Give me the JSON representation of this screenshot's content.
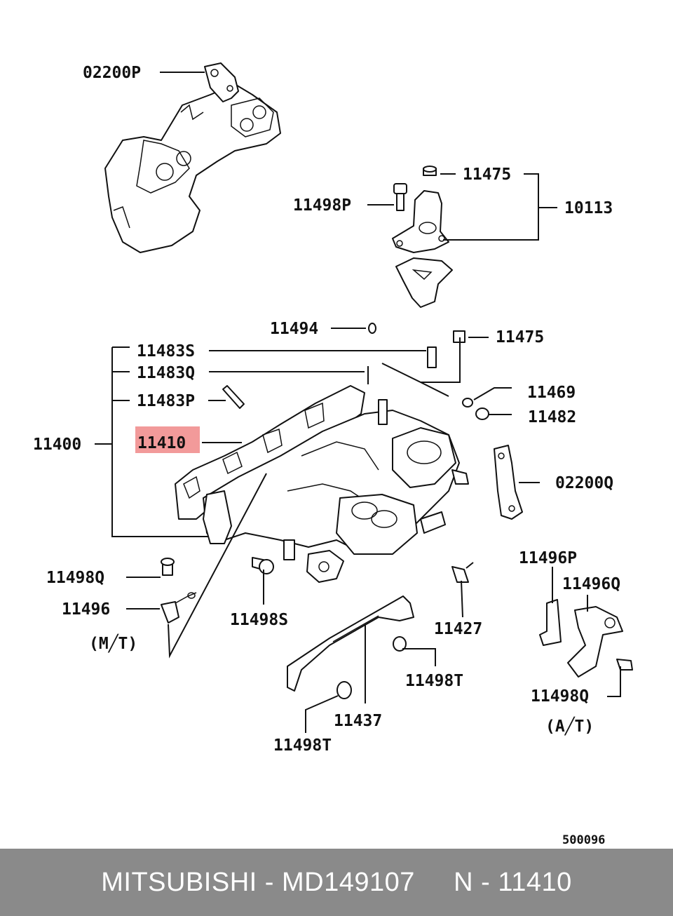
{
  "labels": {
    "p02200P": "02200P",
    "p11475a": "11475",
    "p11498P": "11498P",
    "p10113": "10113",
    "p11494": "11494",
    "p11475b": "11475",
    "p11483S": "11483S",
    "p11483Q": "11483Q",
    "p11469": "11469",
    "p11483P": "11483P",
    "p11482": "11482",
    "p11400": "11400",
    "p11410": "11410",
    "p02200Q": "02200Q",
    "p11498Q_left": "11498Q",
    "p11496": "11496",
    "p11498S": "11498S",
    "p11496P": "11496P",
    "p11496Q": "11496Q",
    "p11427": "11427",
    "mt": "(M╱T)",
    "p11498T_mid": "11498T",
    "p11498Q_right": "11498Q",
    "p11437": "11437",
    "at": "(A╱T)",
    "p11498T_bottom": "11498T",
    "drawing_no": "500096"
  },
  "highlight_color": "#f29a9a",
  "footer": {
    "text": "MITSUBISHI - MD149107     N - 11410",
    "background": "#8a8a8a"
  }
}
